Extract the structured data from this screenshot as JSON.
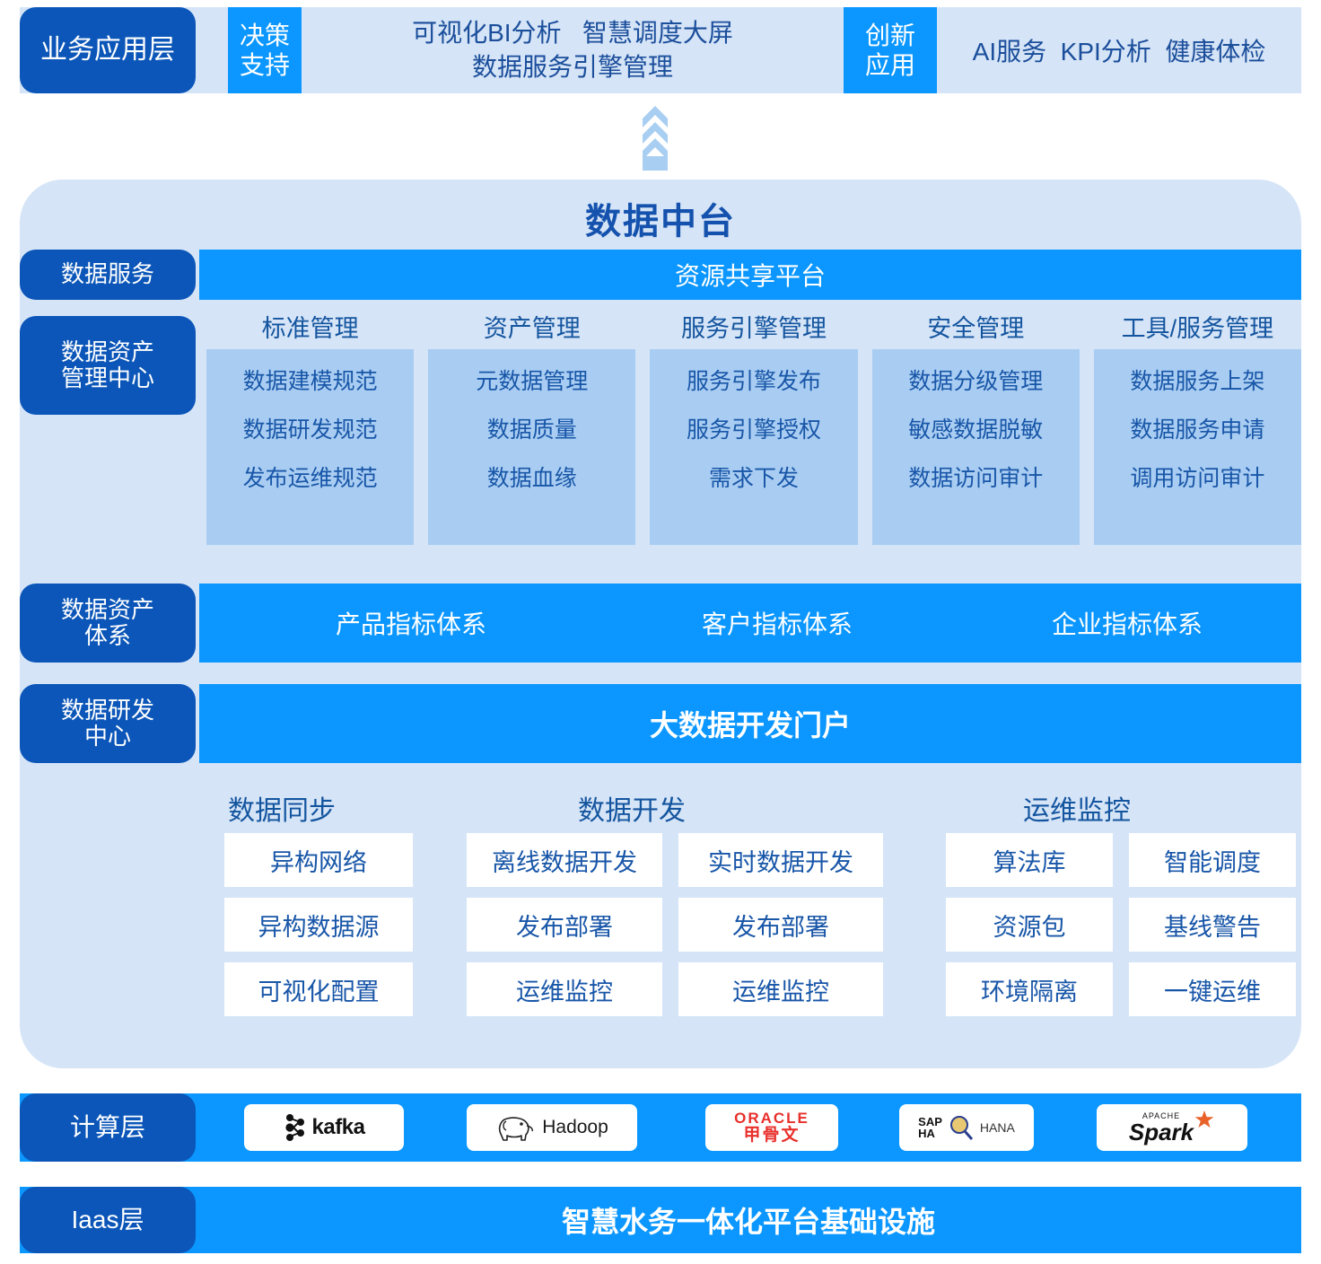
{
  "app_layer": {
    "label": "业务应用层",
    "decision_chip": [
      "决策",
      "支持"
    ],
    "decision_items": [
      "可视化BI分析   智慧调度大屏",
      "数据服务引擎管理"
    ],
    "innovation_chip": [
      "创新",
      "应用"
    ],
    "innovation_items": "AI服务  KPI分析  健康体检"
  },
  "arrow": {
    "name": "chevron-up-arrow",
    "color": "#A8CEF2"
  },
  "platform": {
    "title": "数据中台",
    "service_row": {
      "label": "数据服务",
      "bar": "资源共享平台"
    },
    "assets": {
      "label": "数据资产\n管理中心",
      "columns": [
        {
          "head": "标准管理",
          "items": [
            "数据建模规范",
            "数据研发规范",
            "发布运维规范"
          ]
        },
        {
          "head": "资产管理",
          "items": [
            "元数据管理",
            "数据质量",
            "数据血缘"
          ]
        },
        {
          "head": "服务引擎管理",
          "items": [
            "服务引擎发布",
            "服务引擎授权",
            "需求下发"
          ]
        },
        {
          "head": "安全管理",
          "items": [
            "数据分级管理",
            "敏感数据脱敏",
            "数据访问审计"
          ]
        },
        {
          "head": "工具/服务管理",
          "items": [
            "数据服务上架",
            "数据服务申请",
            "调用访问审计"
          ]
        }
      ]
    },
    "asset_system": {
      "label": "数据资产\n体系",
      "items": [
        "产品指标体系",
        "客户指标体系",
        "企业指标体系"
      ]
    },
    "dev_center": {
      "label": "数据研发\n中心",
      "bar": "大数据开发门户"
    },
    "groups": [
      {
        "head": "数据同步",
        "columns": [
          {
            "items": [
              "异构网络",
              "异构数据源",
              "可视化配置"
            ]
          }
        ]
      },
      {
        "head": "数据开发",
        "columns": [
          {
            "items": [
              "离线数据开发",
              "发布部署",
              "运维监控"
            ]
          },
          {
            "items": [
              "实时数据开发",
              "发布部署",
              "运维监控"
            ]
          }
        ]
      },
      {
        "head": "运维监控",
        "columns": [
          {
            "items": [
              "算法库",
              "资源包",
              "环境隔离"
            ]
          },
          {
            "items": [
              "智能调度",
              "基线警告",
              "一键运维"
            ]
          }
        ]
      }
    ]
  },
  "compute_layer": {
    "label": "计算层",
    "logos": [
      {
        "name": "kafka-logo",
        "text": "kafka"
      },
      {
        "name": "hadoop-logo",
        "text": "Hadoop"
      },
      {
        "name": "oracle-logo",
        "text": "ORACLE",
        "text2": "甲骨文"
      },
      {
        "name": "sap-hana-logo",
        "text": "SAP HANA",
        "text2": "HANA"
      },
      {
        "name": "apache-spark-logo",
        "text": "Spark",
        "text2": "APACHE"
      }
    ]
  },
  "iaas_layer": {
    "label": "Iaas层",
    "bar": "智慧水务一体化平台基础设施"
  },
  "colors": {
    "dark_blue": "#0B56B8",
    "bright_blue": "#0B97FF",
    "pale_blue": "#D5E4F7",
    "mid_blue": "#A9CDF2",
    "text_blue": "#1856A8"
  }
}
